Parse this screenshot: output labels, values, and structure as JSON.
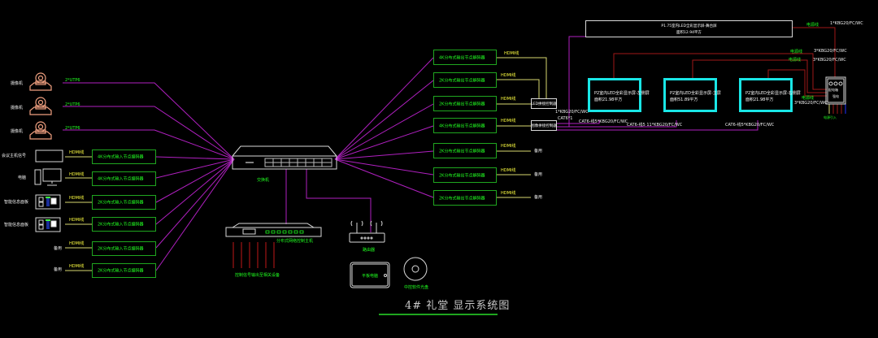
{
  "diagram": {
    "title": "4# 礼堂 显示系统图",
    "colors": {
      "background": "#000000",
      "network_wire": "#b020c0",
      "hdmi_wire": "#d8d870",
      "power_wire": "#a01818",
      "device_box": "#1fa61f",
      "led_screen": "#19e6e6",
      "label_green": "#20ff20",
      "label_yellow": "#ffff40"
    },
    "cameras": [
      {
        "label": "摄像机",
        "cable": "2*UTP6"
      },
      {
        "label": "摄像机",
        "cable": "2*UTP6"
      },
      {
        "label": "摄像机",
        "cable": "2*UTP6"
      }
    ],
    "sources": [
      {
        "label": "会议主机信号",
        "cable": "HDMI线",
        "encoder": "4K分布式输入节点编码器"
      },
      {
        "label": "电脑",
        "cable": "HDMI线",
        "encoder": "4K分布式输入节点编码器"
      },
      {
        "label": "智能信息面板",
        "cable": "HDMI线",
        "encoder": "2K分布式输入节点编码器"
      },
      {
        "label": "智能信息面板",
        "cable": "HDMI线",
        "encoder": "2K分布式输入节点编码器"
      },
      {
        "label": "备用",
        "cable": "HDMI线",
        "encoder": "2K分布式输入节点编码器"
      },
      {
        "label": "备用",
        "cable": "HDMI线",
        "encoder": "2K分布式输入节点编码器"
      }
    ],
    "switch": {
      "label": "交换机"
    },
    "controller": {
      "label": "分布式网络控制主机"
    },
    "controller_outputs": {
      "label": "控制信号输出至相关设备"
    },
    "router": {
      "label": "路由器"
    },
    "tablet": {
      "label": "平板电脑"
    },
    "disc": {
      "label": "中控软件光盘"
    },
    "decoders": [
      {
        "label": "4K分布式输出节点解码器",
        "cable": "HDMI线",
        "target": "LED拼接控制器"
      },
      {
        "label": "2K分布式输出节点解码器",
        "cable": "HDMI线",
        "target": "LED拼接控制器"
      },
      {
        "label": "2K分布式输出节点解码器",
        "cable": "HDMI线",
        "target": "LED拼接控制器"
      },
      {
        "label": "4K分布式输出节点解码器",
        "cable": "HDMI线",
        "target": "图像拼接控制器"
      },
      {
        "label": "2K分布式输出节点解码器",
        "cable": "HDMI线",
        "target": "备用"
      },
      {
        "label": "2K分布式输出节点解码器",
        "cable": "HDMI线",
        "target": "备用"
      },
      {
        "label": "2K分布式输出节点解码器",
        "cable": "HDMI线",
        "target": "备用"
      }
    ],
    "processors": [
      {
        "label": "LED拼接控制器"
      },
      {
        "label": "图像拼接控制器"
      }
    ],
    "main_screen": {
      "line1": "P1.75室内LED全彩显示屏-舞台屏",
      "line2": "面积12.94平方"
    },
    "led_screens": [
      {
        "line1": "P2室内LED全彩显示屏-左侧屏",
        "line2": "面积21.98平方"
      },
      {
        "line1": "P2室内LED全彩显示屏-主屏",
        "line2": "面积51.89平方"
      },
      {
        "line1": "P2室内LED全彩显示屏-右侧屏",
        "line2": "面积21.98平方"
      }
    ],
    "cable_labels": {
      "proc_out": "1*KBG20/FC/WC",
      "cat6_a": "CAT6*1",
      "cat6_left": "CAT6-线5*KBG20/FC/WC",
      "cat6_main": "CAT6-线5 11*KBG20/FC/WC",
      "cat6_right": "CAT6-线5*KBG20/FC/WC",
      "power_top": "1*KBG20/FC/WC",
      "power_2": "3*KBG20/FC/WC",
      "power_3": "3*KBG20/FC/WC",
      "power_4": "3*KBG20/FC/WC",
      "power_tag_top": "电源线",
      "power_tag_2": "电源线",
      "power_tag_3": "电源线",
      "power_tag_4": "电源线",
      "power_box": "配电箱",
      "power_box_sub": "强电",
      "power_feed": "电源引入"
    }
  }
}
